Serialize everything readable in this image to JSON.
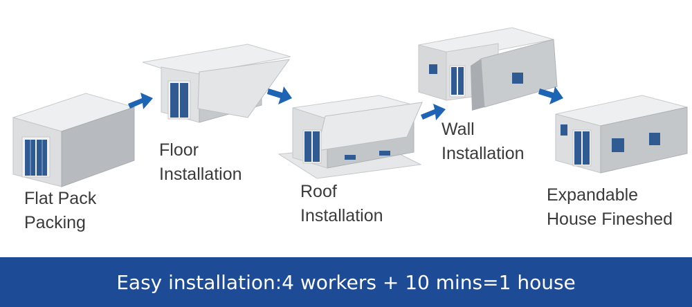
{
  "steps": [
    {
      "line1": "Flat Pack",
      "line2": "Packing"
    },
    {
      "line1": "Floor",
      "line2": "Installation"
    },
    {
      "line1": "Roof",
      "line2": "Installation"
    },
    {
      "line1": "Wall",
      "line2": "Installation"
    },
    {
      "line1": "Expandable",
      "line2": "House Fineshed"
    }
  ],
  "banner": {
    "text": "Easy installation:4 workers + 10 mins=1 house"
  },
  "colors": {
    "banner_bg": "#1e4b95",
    "arrow": "#1e64b4",
    "container_wall": "#e2e4e6",
    "container_shadow": "#b9bcc0",
    "glass": "#2f5a92"
  }
}
